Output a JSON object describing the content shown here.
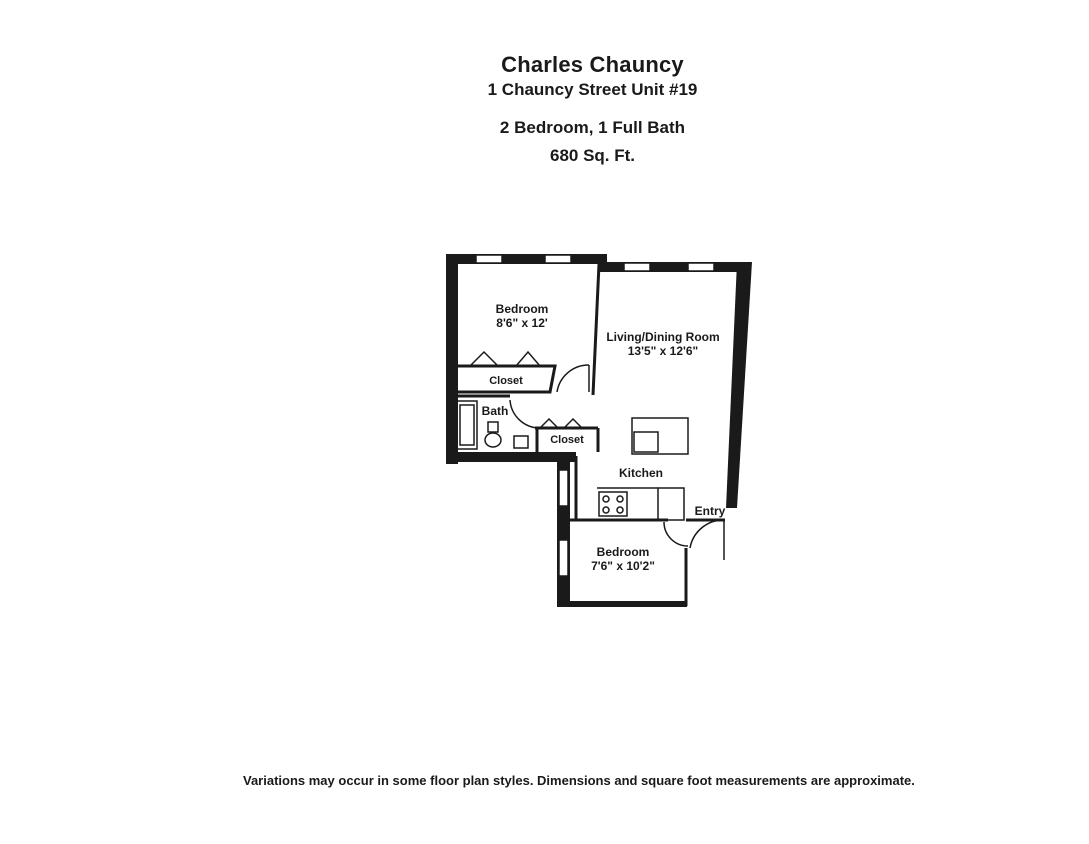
{
  "header": {
    "building": "Charles Chauncy",
    "address": "1 Chauncy Street Unit #19",
    "layout": "2 Bedroom, 1 Full Bath",
    "area": "680 Sq. Ft."
  },
  "rooms": {
    "bedroom_1": {
      "name": "Bedroom",
      "dims": "8'6\" x 12'"
    },
    "living": {
      "name": "Living/Dining Room",
      "dims": "13'5\" x 12'6\""
    },
    "closet_1": "Closet",
    "bath": "Bath",
    "closet_2": "Closet",
    "kitchen": "Kitchen",
    "entry": "Entry",
    "bedroom_2": {
      "name": "Bedroom",
      "dims": "7'6\" x 10'2\""
    }
  },
  "footer": {
    "disclaimer": "Variations may occur in some floor plan styles. Dimensions and square foot measurements are approximate."
  },
  "colors": {
    "wall": "#1a1a1a",
    "background": "#ffffff"
  }
}
